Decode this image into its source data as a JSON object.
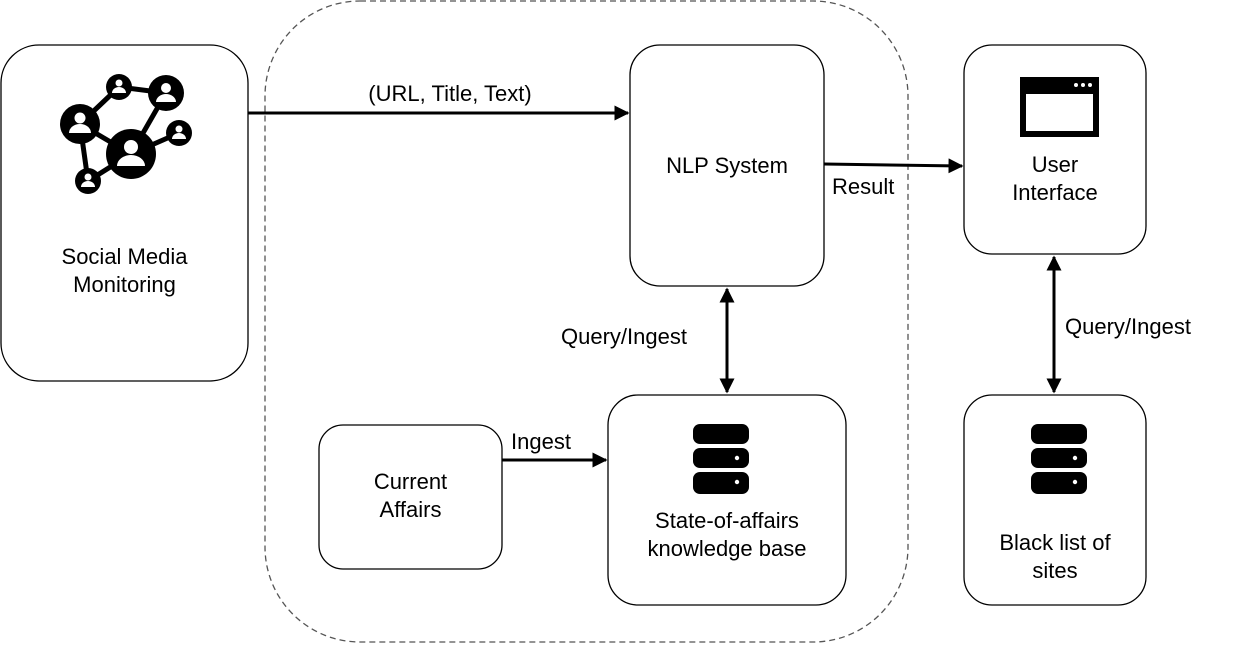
{
  "nodes": {
    "social_media": {
      "label_line1": "Social Media",
      "label_line2": "Monitoring",
      "icon": "social-network-icon"
    },
    "nlp_system": {
      "label": "NLP System"
    },
    "user_interface": {
      "label_line1": "User",
      "label_line2": "Interface",
      "icon": "browser-window-icon"
    },
    "current_affairs": {
      "label_line1": "Current",
      "label_line2": "Affairs"
    },
    "knowledge_base": {
      "label_line1": "State-of-affairs",
      "label_line2": "knowledge base",
      "icon": "database-icon"
    },
    "blacklist": {
      "label_line1": "Black list of",
      "label_line2": "sites",
      "icon": "database-icon"
    }
  },
  "edges": {
    "social_to_nlp": {
      "label": "(URL, Title, Text)"
    },
    "nlp_to_ui": {
      "label": "Result"
    },
    "nlp_kb": {
      "label": "Query/Ingest"
    },
    "affairs_to_kb": {
      "label": "Ingest"
    },
    "ui_blacklist": {
      "label": "Query/Ingest"
    }
  },
  "colors": {
    "stroke": "#000000",
    "background": "#ffffff",
    "group_border": "#555555"
  }
}
